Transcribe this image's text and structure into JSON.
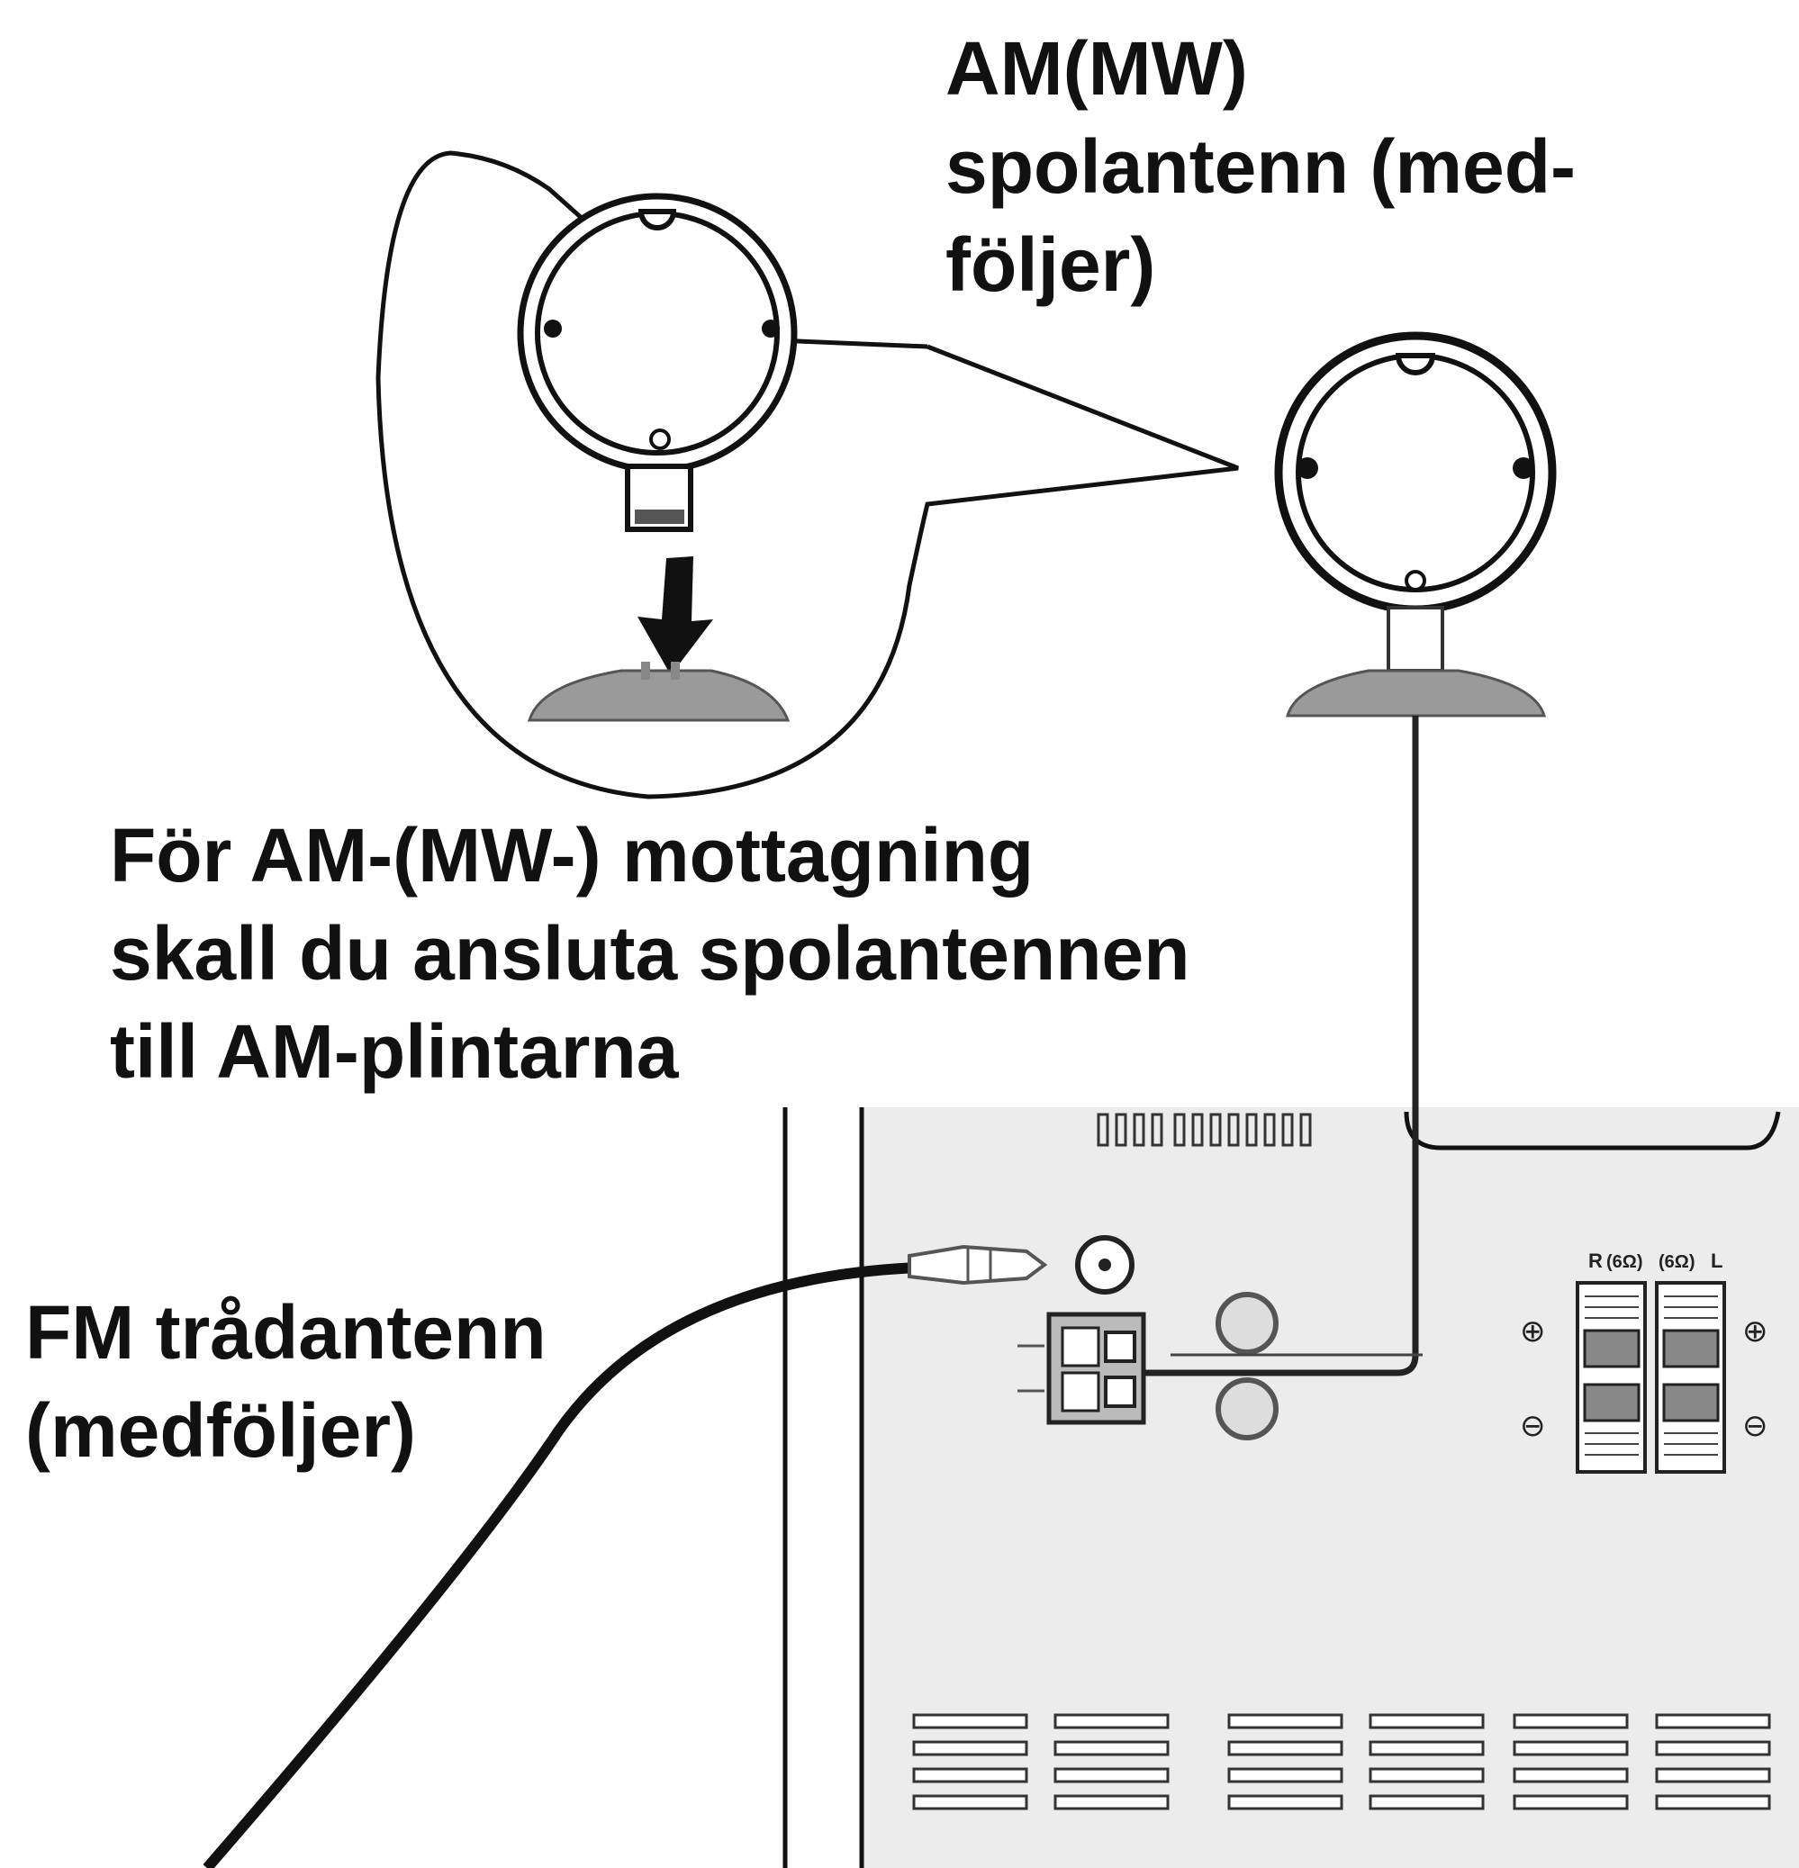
{
  "labels": {
    "am_antenna": [
      "AM(MW)",
      "spolantenn (med-",
      "följer)"
    ],
    "am_instruction": [
      "För AM-(MW-) mottagning",
      "skall du ansluta spolantennen",
      "till AM-plintarna"
    ],
    "fm_antenna": [
      "FM trådantenn",
      "(medföljer)"
    ]
  },
  "speaker_terminal_marks": {
    "right": "R",
    "left": "L",
    "impedance_right": "(6Ω)",
    "impedance_left": "(6Ω)",
    "plus": "⊕",
    "minus": "⊖"
  },
  "colors": {
    "ink": "#111111",
    "panel": "#ececec",
    "base": "#9a9a9a"
  }
}
